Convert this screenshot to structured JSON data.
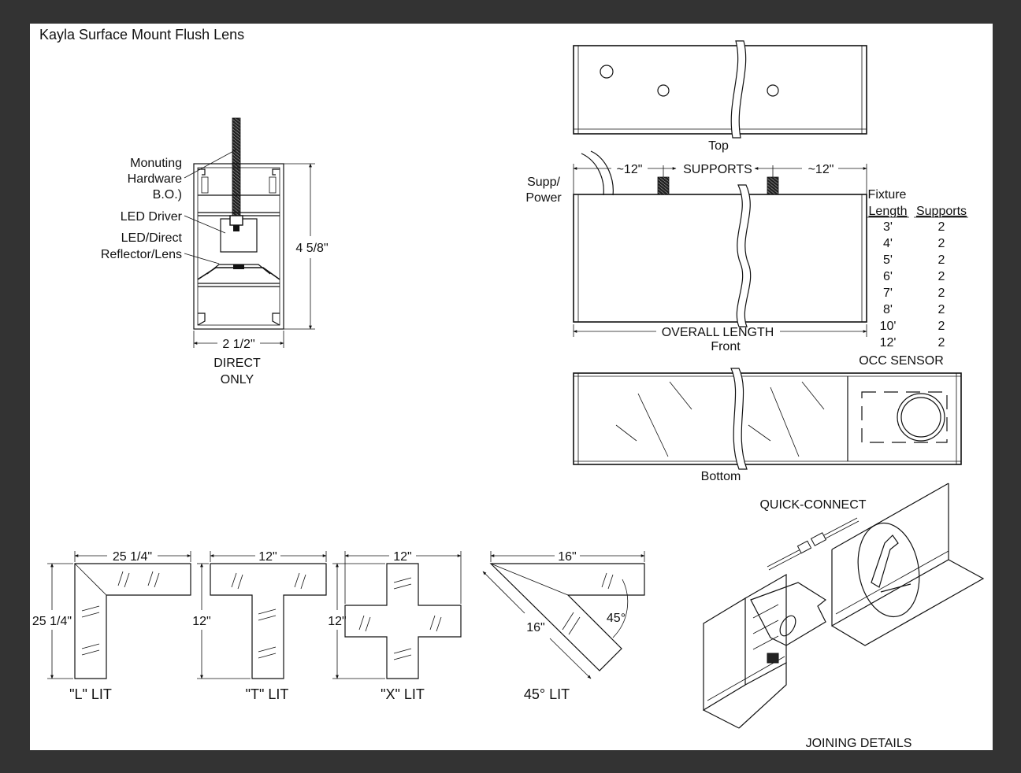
{
  "title": "Kayla Surface Mount Flush Lens",
  "section": {
    "labels": {
      "mounting_l1": "Monuting",
      "mounting_l2": "Hardware",
      "mounting_l3": "B.O.)",
      "driver": "LED Driver",
      "reflector_l1": "LED/Direct",
      "reflector_l2": "Reflector/Lens",
      "height": "4 5/8\"",
      "width": "2 1/2\"",
      "direct_l1": "DIRECT",
      "direct_l2": "ONLY"
    }
  },
  "views": {
    "top": "Top",
    "front": "Front",
    "bottom": "Bottom",
    "supp_l1": "Supp/",
    "supp_l2": "Power",
    "left_dim": "~12\"",
    "supports": "SUPPORTS",
    "right_dim": "~12\"",
    "overall": "OVERALL LENGTH",
    "occ": "OCC SENSOR"
  },
  "support_table": {
    "header_top": "Fixture",
    "col_length": "Length",
    "col_supports": "Supports",
    "rows": [
      {
        "length": "3'",
        "supports": "2"
      },
      {
        "length": "4'",
        "supports": "2"
      },
      {
        "length": "5'",
        "supports": "2"
      },
      {
        "length": "6'",
        "supports": "2"
      },
      {
        "length": "7'",
        "supports": "2"
      },
      {
        "length": "8'",
        "supports": "2"
      },
      {
        "length": "10'",
        "supports": "2"
      },
      {
        "length": "12'",
        "supports": "2"
      }
    ]
  },
  "corners": {
    "l": {
      "top": "25 1/4\"",
      "side": "25 1/4\"",
      "name": "\"L\" LIT"
    },
    "t": {
      "top": "12\"",
      "side": "12\"",
      "name": "\"T\" LIT"
    },
    "x": {
      "top": "12\"",
      "side": "12\"",
      "name": "\"X\" LIT"
    },
    "d45": {
      "top": "16\"",
      "diag": "16\"",
      "angle": "45°",
      "name": "45° LIT"
    }
  },
  "joining": {
    "quick_connect": "QUICK-CONNECT",
    "title": "JOINING DETAILS"
  }
}
